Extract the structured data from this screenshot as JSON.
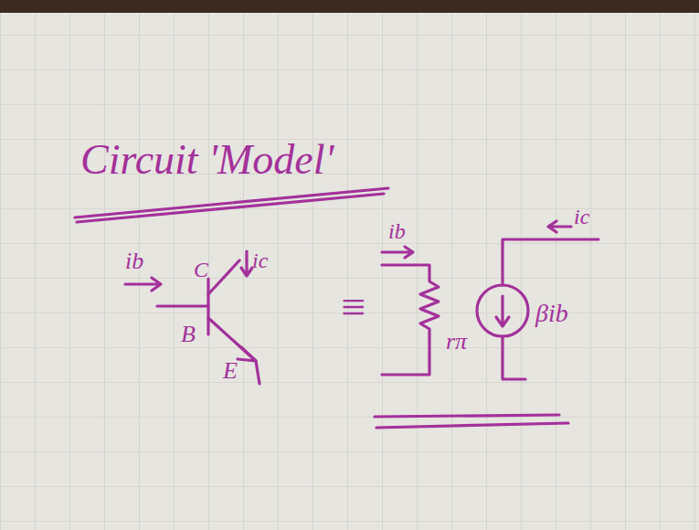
{
  "diagram": {
    "title": "Circuit 'Model'",
    "labels": [
      "ib",
      "C",
      "ic",
      "B",
      "E",
      "≡",
      "ib",
      "rπ",
      "ic",
      "βib"
    ]
  }
}
